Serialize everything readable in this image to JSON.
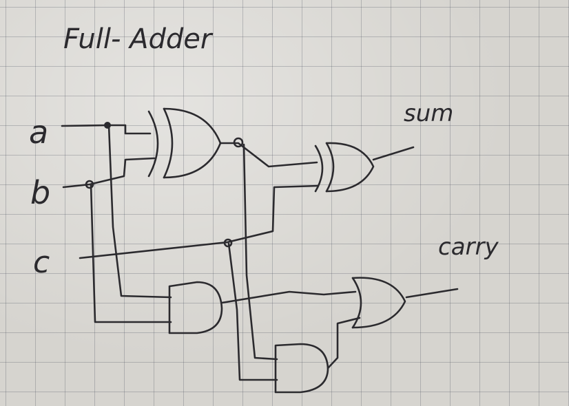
{
  "title": "Full- Adder",
  "inputs": {
    "a": "a",
    "b": "b",
    "c": "c"
  },
  "outputs": {
    "sum": "sum",
    "carry": "carry"
  },
  "gates": [
    {
      "id": "xor1",
      "type": "XOR"
    },
    {
      "id": "xor2",
      "type": "XOR"
    },
    {
      "id": "and1",
      "type": "AND"
    },
    {
      "id": "and2",
      "type": "AND"
    },
    {
      "id": "or1",
      "type": "OR"
    }
  ]
}
